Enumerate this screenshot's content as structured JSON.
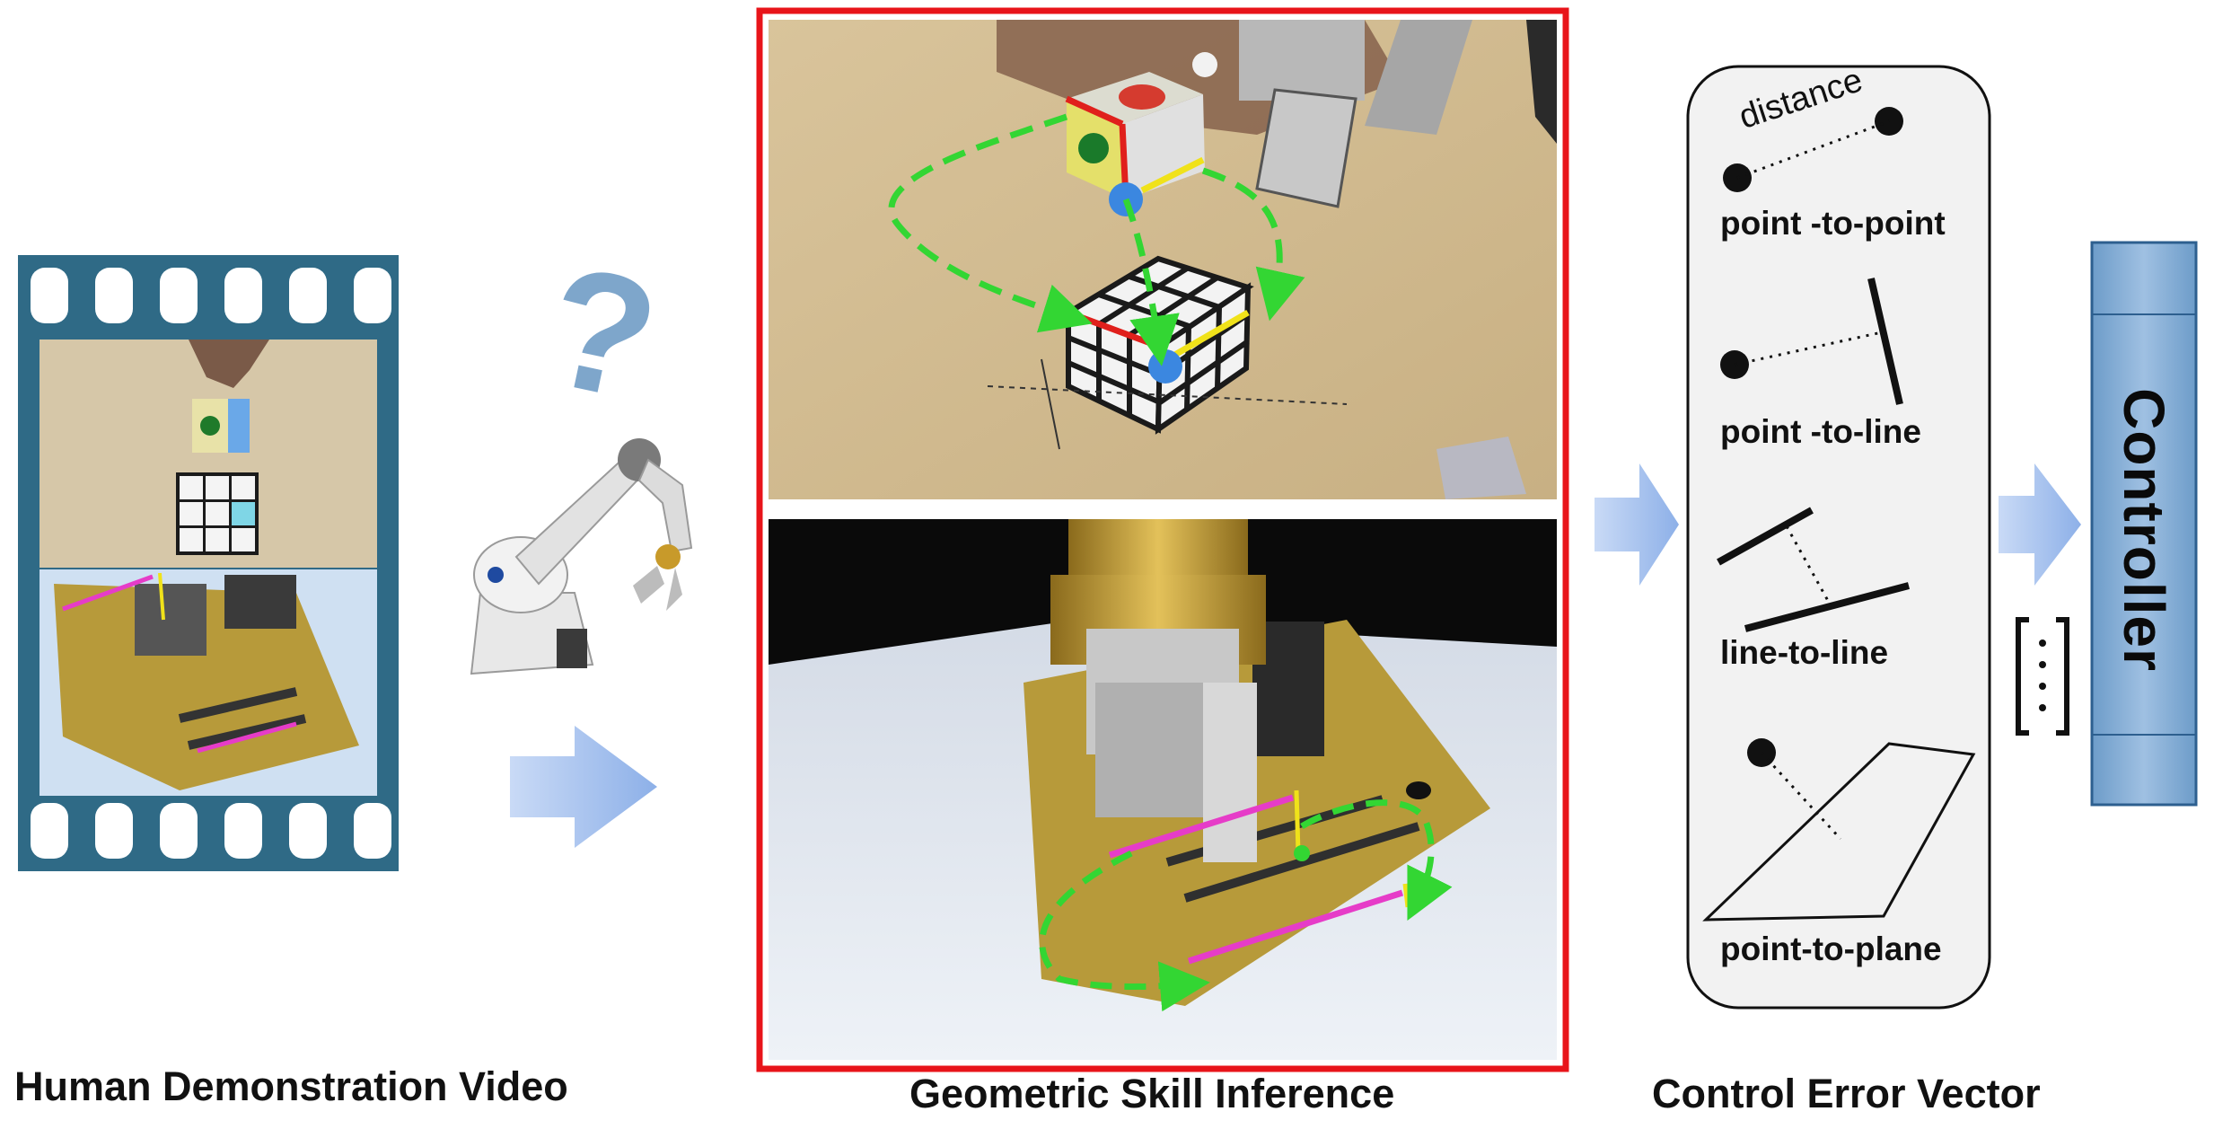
{
  "captions": {
    "human_demo": "Human Demonstration Video",
    "skill_inference": "Geometric Skill Inference",
    "error_vector": "Control Error Vector"
  },
  "error_vector_panel": {
    "distance_label": "distance",
    "items": [
      {
        "label": "point -to-point"
      },
      {
        "label": "point -to-line"
      },
      {
        "label": "line-to-line"
      },
      {
        "label": "point-to-plane"
      }
    ]
  },
  "controller": {
    "label": "Controller"
  },
  "question_mark": "?",
  "colors": {
    "film": "#2f6a86",
    "inference_border": "#e8141a",
    "arrow": "#a9c4ee",
    "controller": "#86acd4",
    "trajectory": "#33d633",
    "edge_red": "#e0201c",
    "edge_yellow": "#f0e21a",
    "edge_magenta": "#e63cc8",
    "point_blue": "#3b87e0"
  }
}
